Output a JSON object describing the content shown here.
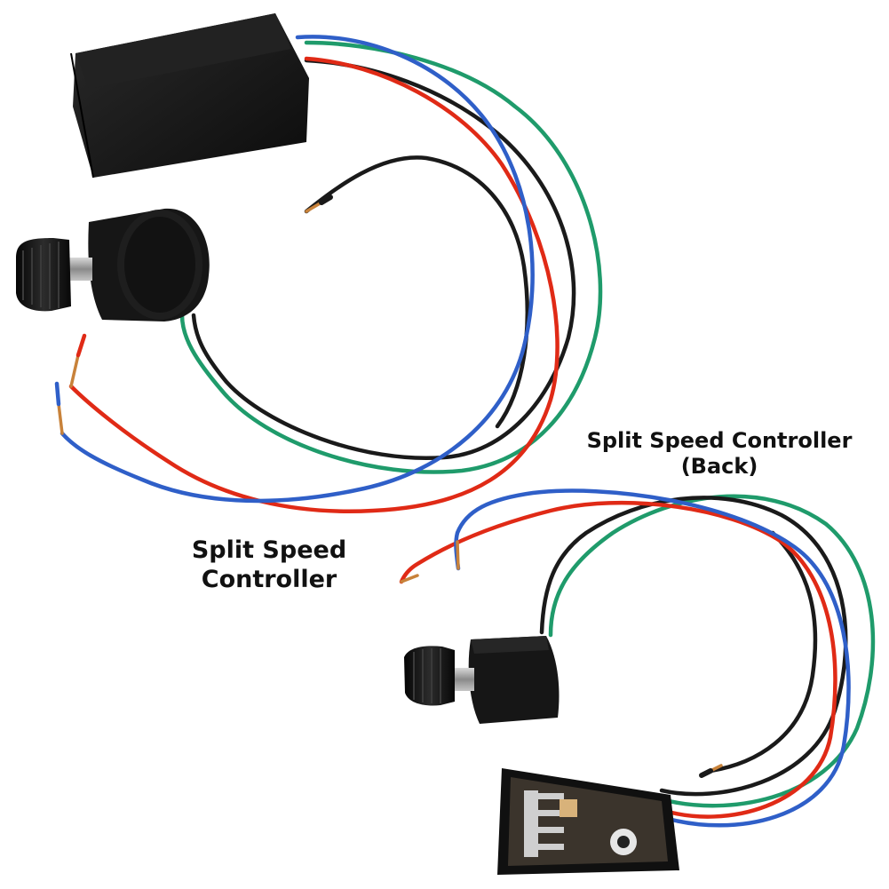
{
  "labels": {
    "front": {
      "line1": "Split Speed",
      "line2": "Controller"
    },
    "back": {
      "line1": "Split Speed Controller",
      "line2": "(Back)"
    }
  },
  "colors": {
    "background": "#ffffff",
    "housing": "#141414",
    "wire_red": "#e02a16",
    "wire_blue": "#2f5fc8",
    "wire_green": "#1f9b6b",
    "wire_black": "#1a1a1a",
    "copper": "#c8823a"
  }
}
